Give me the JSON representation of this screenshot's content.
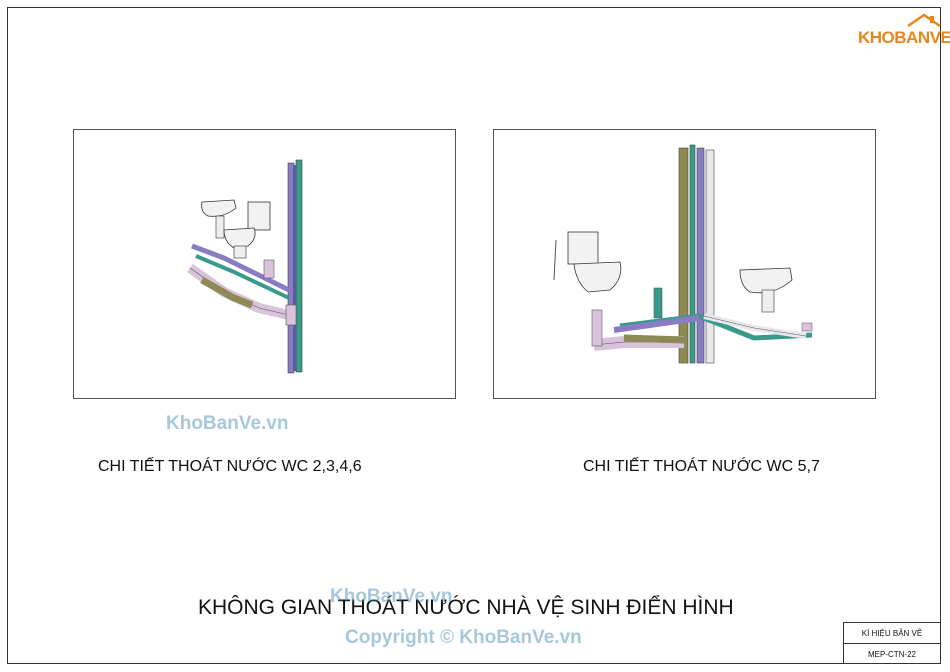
{
  "logo": {
    "text": "KHOBANVE",
    "color": "#e8871e"
  },
  "views": [
    {
      "caption": "CHI TIẾT THOÁT NƯỚC WC 2,3,4,6"
    },
    {
      "caption": "CHI TIẾT THOÁT NƯỚC WC 5,7"
    }
  ],
  "watermarks": [
    "KhoBanVe.vn",
    "KhoBanVe.vn",
    "Copyright © KhoBanVe.vn"
  ],
  "title": "KHÔNG GIAN THOÁT NƯỚC NHÀ VỆ SINH ĐIỂN HÌNH",
  "title_block": {
    "label": "KÍ HIỆU BẢN VẼ",
    "code": "MEP-CTN-22"
  },
  "pipe_colors": {
    "riser_purple": "#8a7cc4",
    "riser_teal": "#3a9a8a",
    "riser_olive": "#8e8a55",
    "pipe_pink": "#d9c2dc",
    "fixture": "#f2f2f2"
  }
}
